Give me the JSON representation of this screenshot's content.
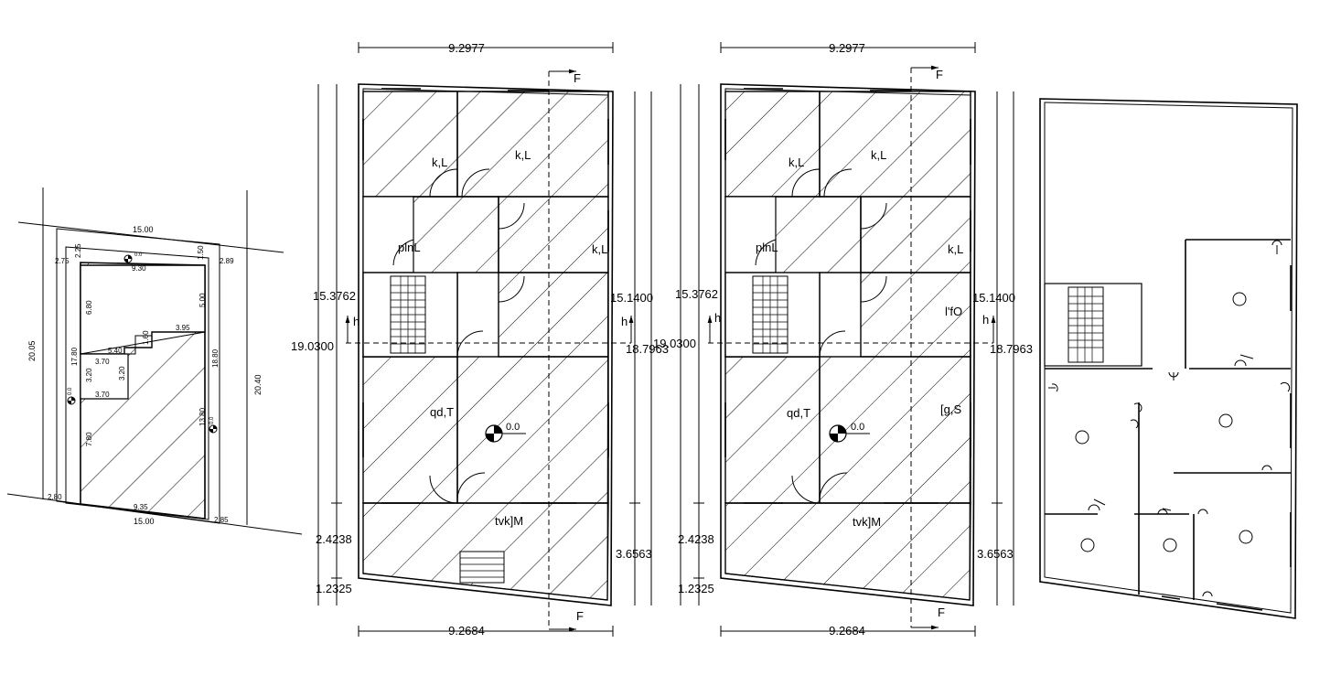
{
  "site_plan": {
    "top_width": "15.00",
    "bottom_width": "15.00",
    "left_depth": "20.05",
    "right_depth": "20.40",
    "setback_top": "2.25",
    "setback_top_right": "1.50",
    "setback_left_top": "2.75",
    "setback_right_top": "2.89",
    "setback_left_bottom": "2.80",
    "setback_right_bottom": "2.85",
    "building_top_width": "9.30",
    "building_bottom_width": "9.35",
    "building_left_top": "6.80",
    "building_right_top": "5.00",
    "building_right_depth": "18.80",
    "building_left_depth": "17.80",
    "step_width_a": "3.95",
    "step_height_a": "1.60",
    "step_width_b": "5.40",
    "step_width_c": "3.70",
    "step_height_b": "3.20",
    "step_height_c": "3.20",
    "step_width_d": "3.70",
    "lower_left": "7.80",
    "lower_right": "13.80",
    "level_a": "0.0",
    "level_b": "0.0",
    "level_c": "0.0"
  },
  "plan_a": {
    "top_dim": "9.2977",
    "bottom_dim": "9.2684",
    "left_total": "19.0300",
    "left_upper": "15.3762",
    "left_mid": "2.4238",
    "left_lower": "1.2325",
    "right_total": "18.7963",
    "right_upper": "15.1400",
    "right_lower": "3.6563",
    "section_label_top": "F",
    "section_label_bottom": "F",
    "section_h_left": "h",
    "section_h_right": "h",
    "room_1": "k,L",
    "room_2": "k,L",
    "room_3": "plnL",
    "room_4": "k,L",
    "room_5": "qd,T",
    "room_6": "tvk]M",
    "level": "0.0"
  },
  "plan_b": {
    "top_dim": "9.2977",
    "bottom_dim": "9.2684",
    "left_total": "19.0300",
    "left_upper": "15.3762",
    "left_mid": "2.4238",
    "left_lower": "1.2325",
    "right_total": "18.7963",
    "right_upper": "15.1400",
    "right_lower": "3.6563",
    "section_label_top": "F",
    "section_label_bottom": "F",
    "section_h_left": "h",
    "section_h_right": "h",
    "room_1": "k,L",
    "room_2": "k,L",
    "room_3": "plnL",
    "room_4": "k,L",
    "room_5": "l'fO",
    "room_6": "qd,T",
    "room_7": "[g,S",
    "room_8": "tvk]M",
    "level": "0.0"
  },
  "colors": {
    "line": "#000000",
    "background": "#ffffff"
  }
}
